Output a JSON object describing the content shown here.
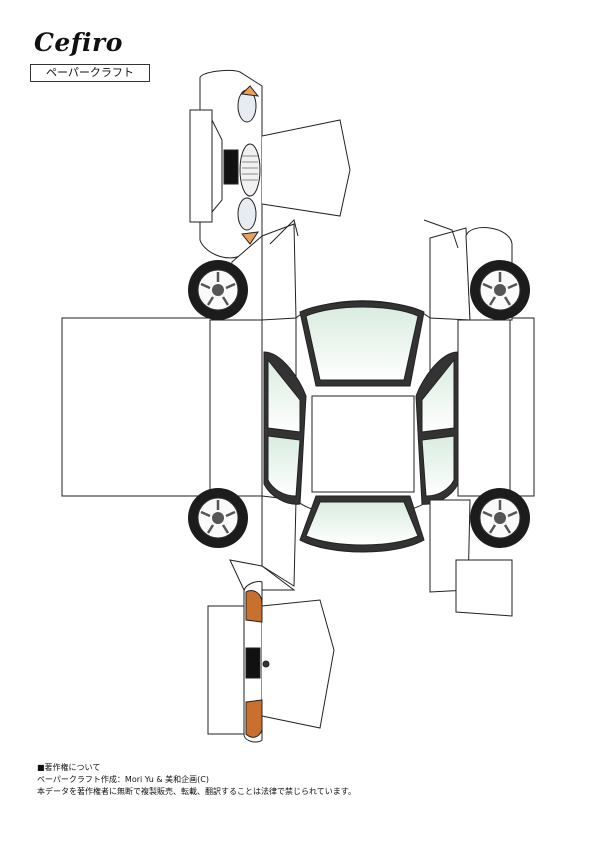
{
  "header": {
    "logo_text": "Cefiro",
    "subtitle": "ペーパークラフト"
  },
  "copyright": {
    "heading": "■著作権について",
    "author_line": "ペーパークラフト作成：Mori Yu & 美和企画(C)",
    "notice_line": "本データを著作権者に無断で複製販売、転載、翻訳することは法律で禁じられています。"
  },
  "colors": {
    "glass": "#eef6ee",
    "taillight": "#c9702e",
    "outline": "#222222"
  }
}
